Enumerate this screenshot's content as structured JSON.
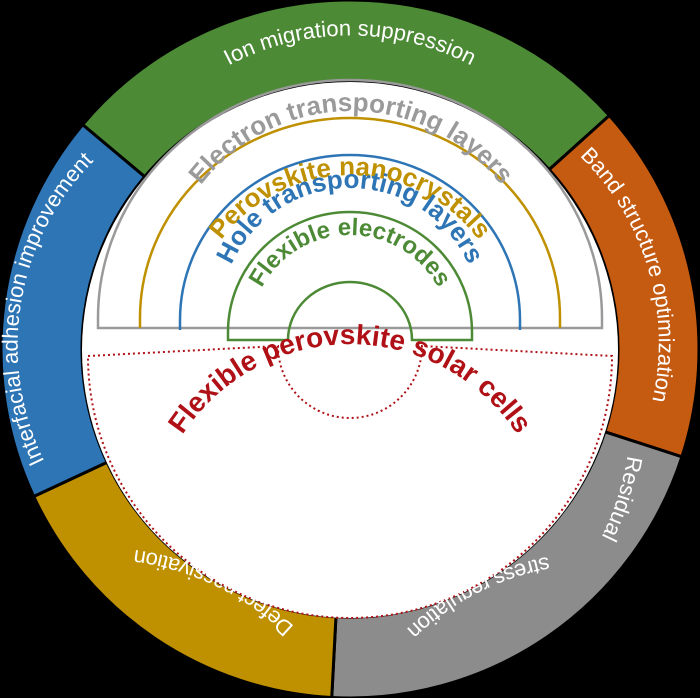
{
  "colors": {
    "ion": "#4d8a36",
    "band": "#c55a11",
    "residual": "#8c8c8c",
    "stress": "#8c8c8c",
    "defect": "#bf9000",
    "interfacial": "#2e75b6",
    "electron_layer": "#9a9a9a",
    "nanocrystal_layer": "#bf9000",
    "hole_layer": "#2e75b6",
    "electrode_layer": "#4d8a36",
    "center_text": "#b01116"
  },
  "outer_ring": {
    "ion_migration": "Ion migration suppression",
    "band_structure": "Band structure optimization",
    "residual": "Residual",
    "stress_regulation": "stress regulation",
    "defect_passivation": "Defect passivation",
    "interfacial_adhesion": "Interfacial adhesion improvement"
  },
  "layers": {
    "electron": "Electron transporting layers",
    "nanocrystals": "Perovskite nanocrystals",
    "hole": "Hole transporting layers",
    "electrodes": "Flexible electrodes"
  },
  "center": {
    "title": "Flexible perovskite solar cells"
  }
}
